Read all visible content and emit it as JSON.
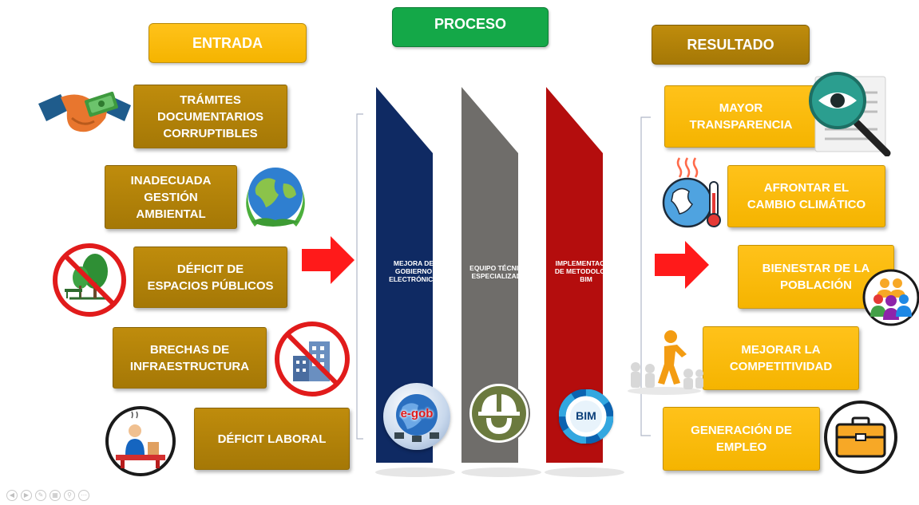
{
  "headers": {
    "entrada": "ENTRADA",
    "proceso": "PROCESO",
    "resultado": "RESULTADO"
  },
  "inputs": [
    {
      "label": "TRÁMITES\nDOCUMENTARIOS\nCORRUPTIBLES",
      "icon": "handshake-money-icon"
    },
    {
      "label": "INADECUADA\nGESTIÓN\nAMBIENTAL",
      "icon": "earth-leaves-icon"
    },
    {
      "label": "DÉFICIT DE\nESPACIOS PÚBLICOS",
      "icon": "no-park-icon"
    },
    {
      "label": "BRECHAS DE\nINFRAESTRUCTURA",
      "icon": "no-building-icon"
    },
    {
      "label": "DÉFICIT LABORAL",
      "icon": "unemployed-person-icon"
    }
  ],
  "process": [
    {
      "label": "MEJORA DE\nGOBIERNO\nELECTRÓNICO",
      "badge": "e-gob",
      "color": "#0f2a63"
    },
    {
      "label": "EQUIPO TÉCNICO\nESPECIALIZADO",
      "badge": "",
      "color": "#6f6d6a"
    },
    {
      "label": "IMPLEMENTACIÓN\nDE METODOLOGIA\nBIM",
      "badge": "BIM",
      "color": "#b40d0d"
    }
  ],
  "results": [
    {
      "label": "MAYOR\nTRANSPARENCIA",
      "icon": "magnifier-eye-icon"
    },
    {
      "label": "AFRONTAR EL\nCAMBIO CLIMÁTICO",
      "icon": "hot-earth-icon"
    },
    {
      "label": "BIENESTAR DE LA\nPOBLACIÓN",
      "icon": "people-group-icon"
    },
    {
      "label": "MEJORAR LA\nCOMPETITIVIDAD",
      "icon": "leader-figures-icon"
    },
    {
      "label": "GENERACIÓN DE\nEMPLEO",
      "icon": "briefcase-icon"
    }
  ],
  "colors": {
    "green": "#14a848",
    "gold": "#ffc000",
    "brown": "#b8860b",
    "arrow": "#ff1a1a"
  }
}
